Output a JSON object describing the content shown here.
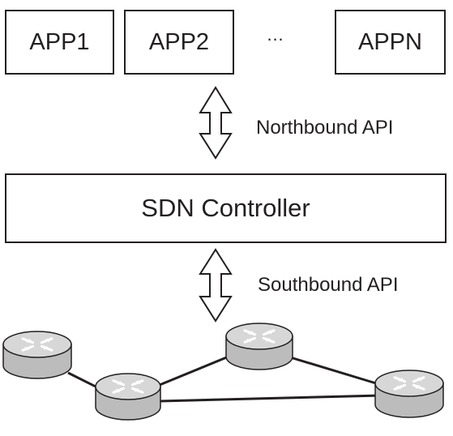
{
  "apps": [
    {
      "label": "APP1"
    },
    {
      "label": "APP2"
    },
    {
      "label": "APPN"
    }
  ],
  "ellipsis": "…",
  "northbound_api": "Northbound API",
  "controller": "SDN Controller",
  "southbound_api": "Southbound API",
  "colors": {
    "line": "#231f20",
    "router_top": "#d7d7d7",
    "router_side": "#bcbcbc",
    "router_glyph": "#ffffff"
  }
}
